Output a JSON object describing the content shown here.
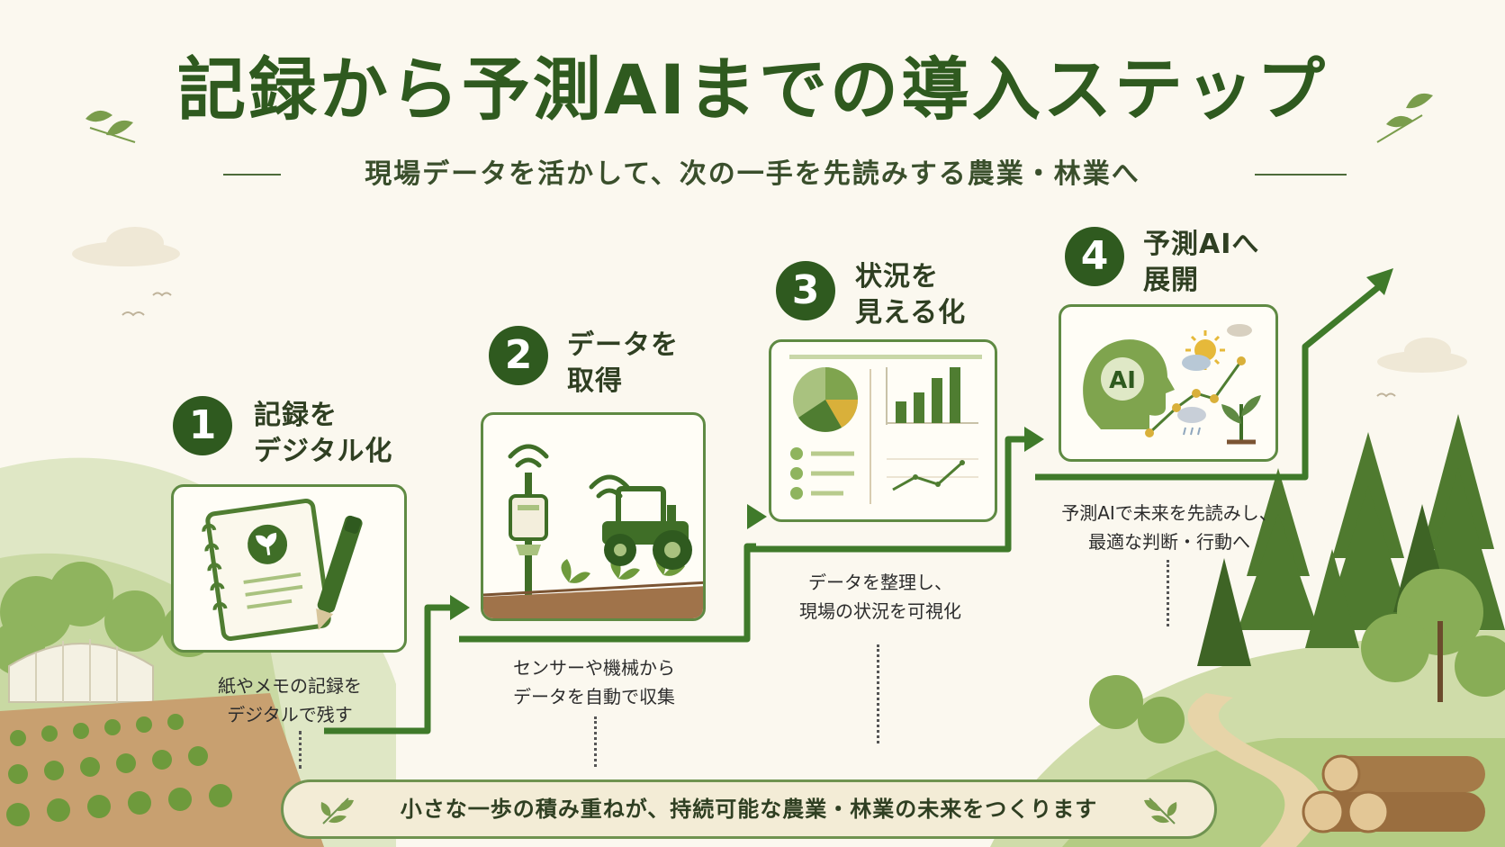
{
  "title": "記録から予測AIまでの導入ステップ",
  "subtitle": "現場データを活かして、次の一手を先読みする農業・林業へ",
  "steps": [
    {
      "number": "1",
      "title_lines": [
        "記録を",
        "デジタル化"
      ],
      "desc_lines": [
        "紙やメモの記録を",
        "デジタルで残す"
      ]
    },
    {
      "number": "2",
      "title_lines": [
        "データを",
        "取得"
      ],
      "desc_lines": [
        "センサーや機械から",
        "データを自動で収集"
      ]
    },
    {
      "number": "3",
      "title_lines": [
        "状況を",
        "見える化"
      ],
      "desc_lines": [
        "データを整理し、",
        "現場の状況を可視化"
      ]
    },
    {
      "number": "4",
      "title_lines": [
        "予測AIへ",
        "展開"
      ],
      "desc_lines": [
        "予測AIで未来を先読みし、",
        "最適な判断・行動へ"
      ]
    }
  ],
  "ai_label": "AI",
  "banner": "小さな一歩の積み重ねが、持続可能な農業・林業の未来をつくります",
  "colors": {
    "primary": "#2f5a1f",
    "accent": "#6f9350",
    "light": "#a9c27f",
    "gold": "#d9b03a"
  }
}
